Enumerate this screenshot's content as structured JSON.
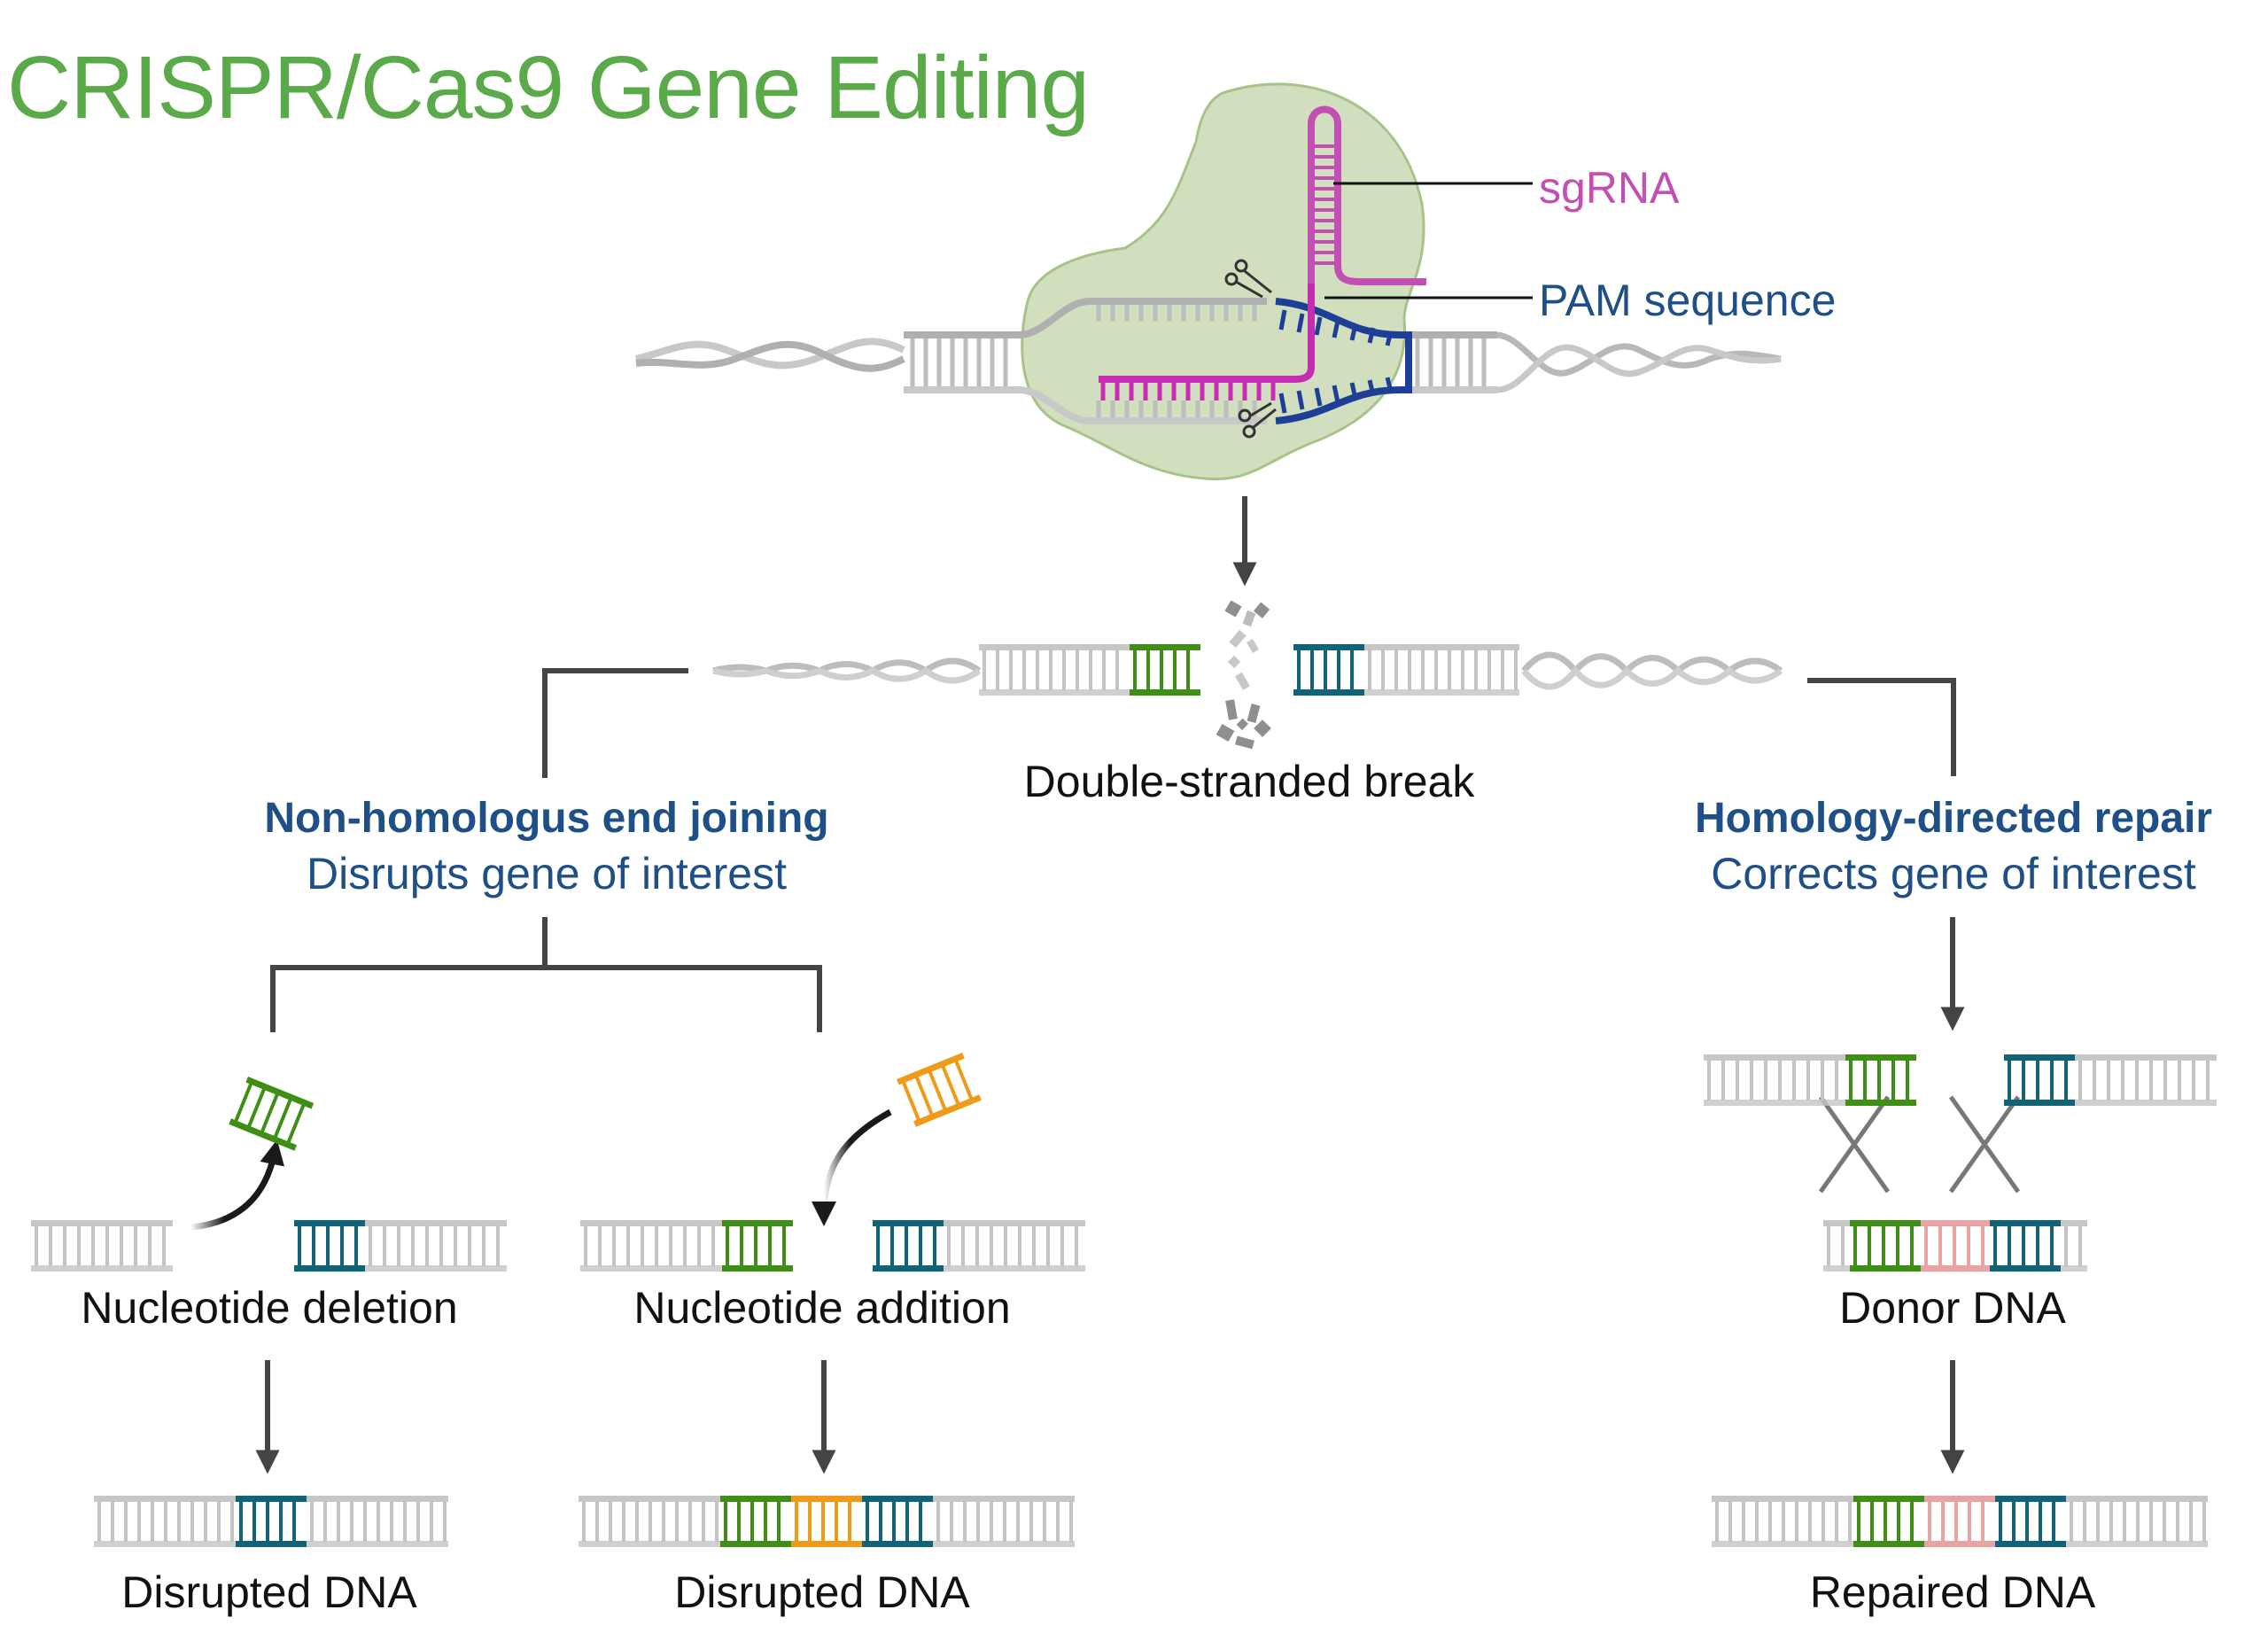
{
  "title": "CRISPR/Cas9 Gene Editing",
  "colors": {
    "title": "#5aaa4a",
    "cas9_body": "#d2dfbf",
    "sgrna": "#c24fb3",
    "sgrna_strand": "#c42db4",
    "pam": "#1e3f96",
    "label_blue": "#1e4f86",
    "dna_gray": "#c4c4c4",
    "green_segment": "#3f8f17",
    "teal_segment": "#0f6478",
    "orange_segment": "#f09a1a",
    "pink_segment": "#e8a3a3",
    "arrow": "#444444"
  },
  "cas9_complex": {
    "callouts": [
      {
        "id": "sgrna",
        "label": "sgRNA"
      },
      {
        "id": "pam",
        "label": "PAM sequence"
      }
    ]
  },
  "break": {
    "label": "Double-stranded break"
  },
  "pathways": {
    "nhej": {
      "title": "Non-homologus end joining",
      "subtitle": "Disrupts gene of interest",
      "branches": [
        {
          "event": "Nucleotide deletion",
          "result": "Disrupted DNA",
          "result_segments": [
            "teal"
          ]
        },
        {
          "event": "Nucleotide addition",
          "result": "Disrupted DNA",
          "result_segments": [
            "green",
            "orange",
            "teal"
          ]
        }
      ]
    },
    "hdr": {
      "title": "Homology-directed repair",
      "subtitle": "Corrects gene of interest",
      "template_label": "Donor DNA",
      "template_segments": [
        "green",
        "pink",
        "teal"
      ],
      "result": "Repaired DNA",
      "result_segments": [
        "green",
        "pink",
        "teal"
      ]
    }
  }
}
